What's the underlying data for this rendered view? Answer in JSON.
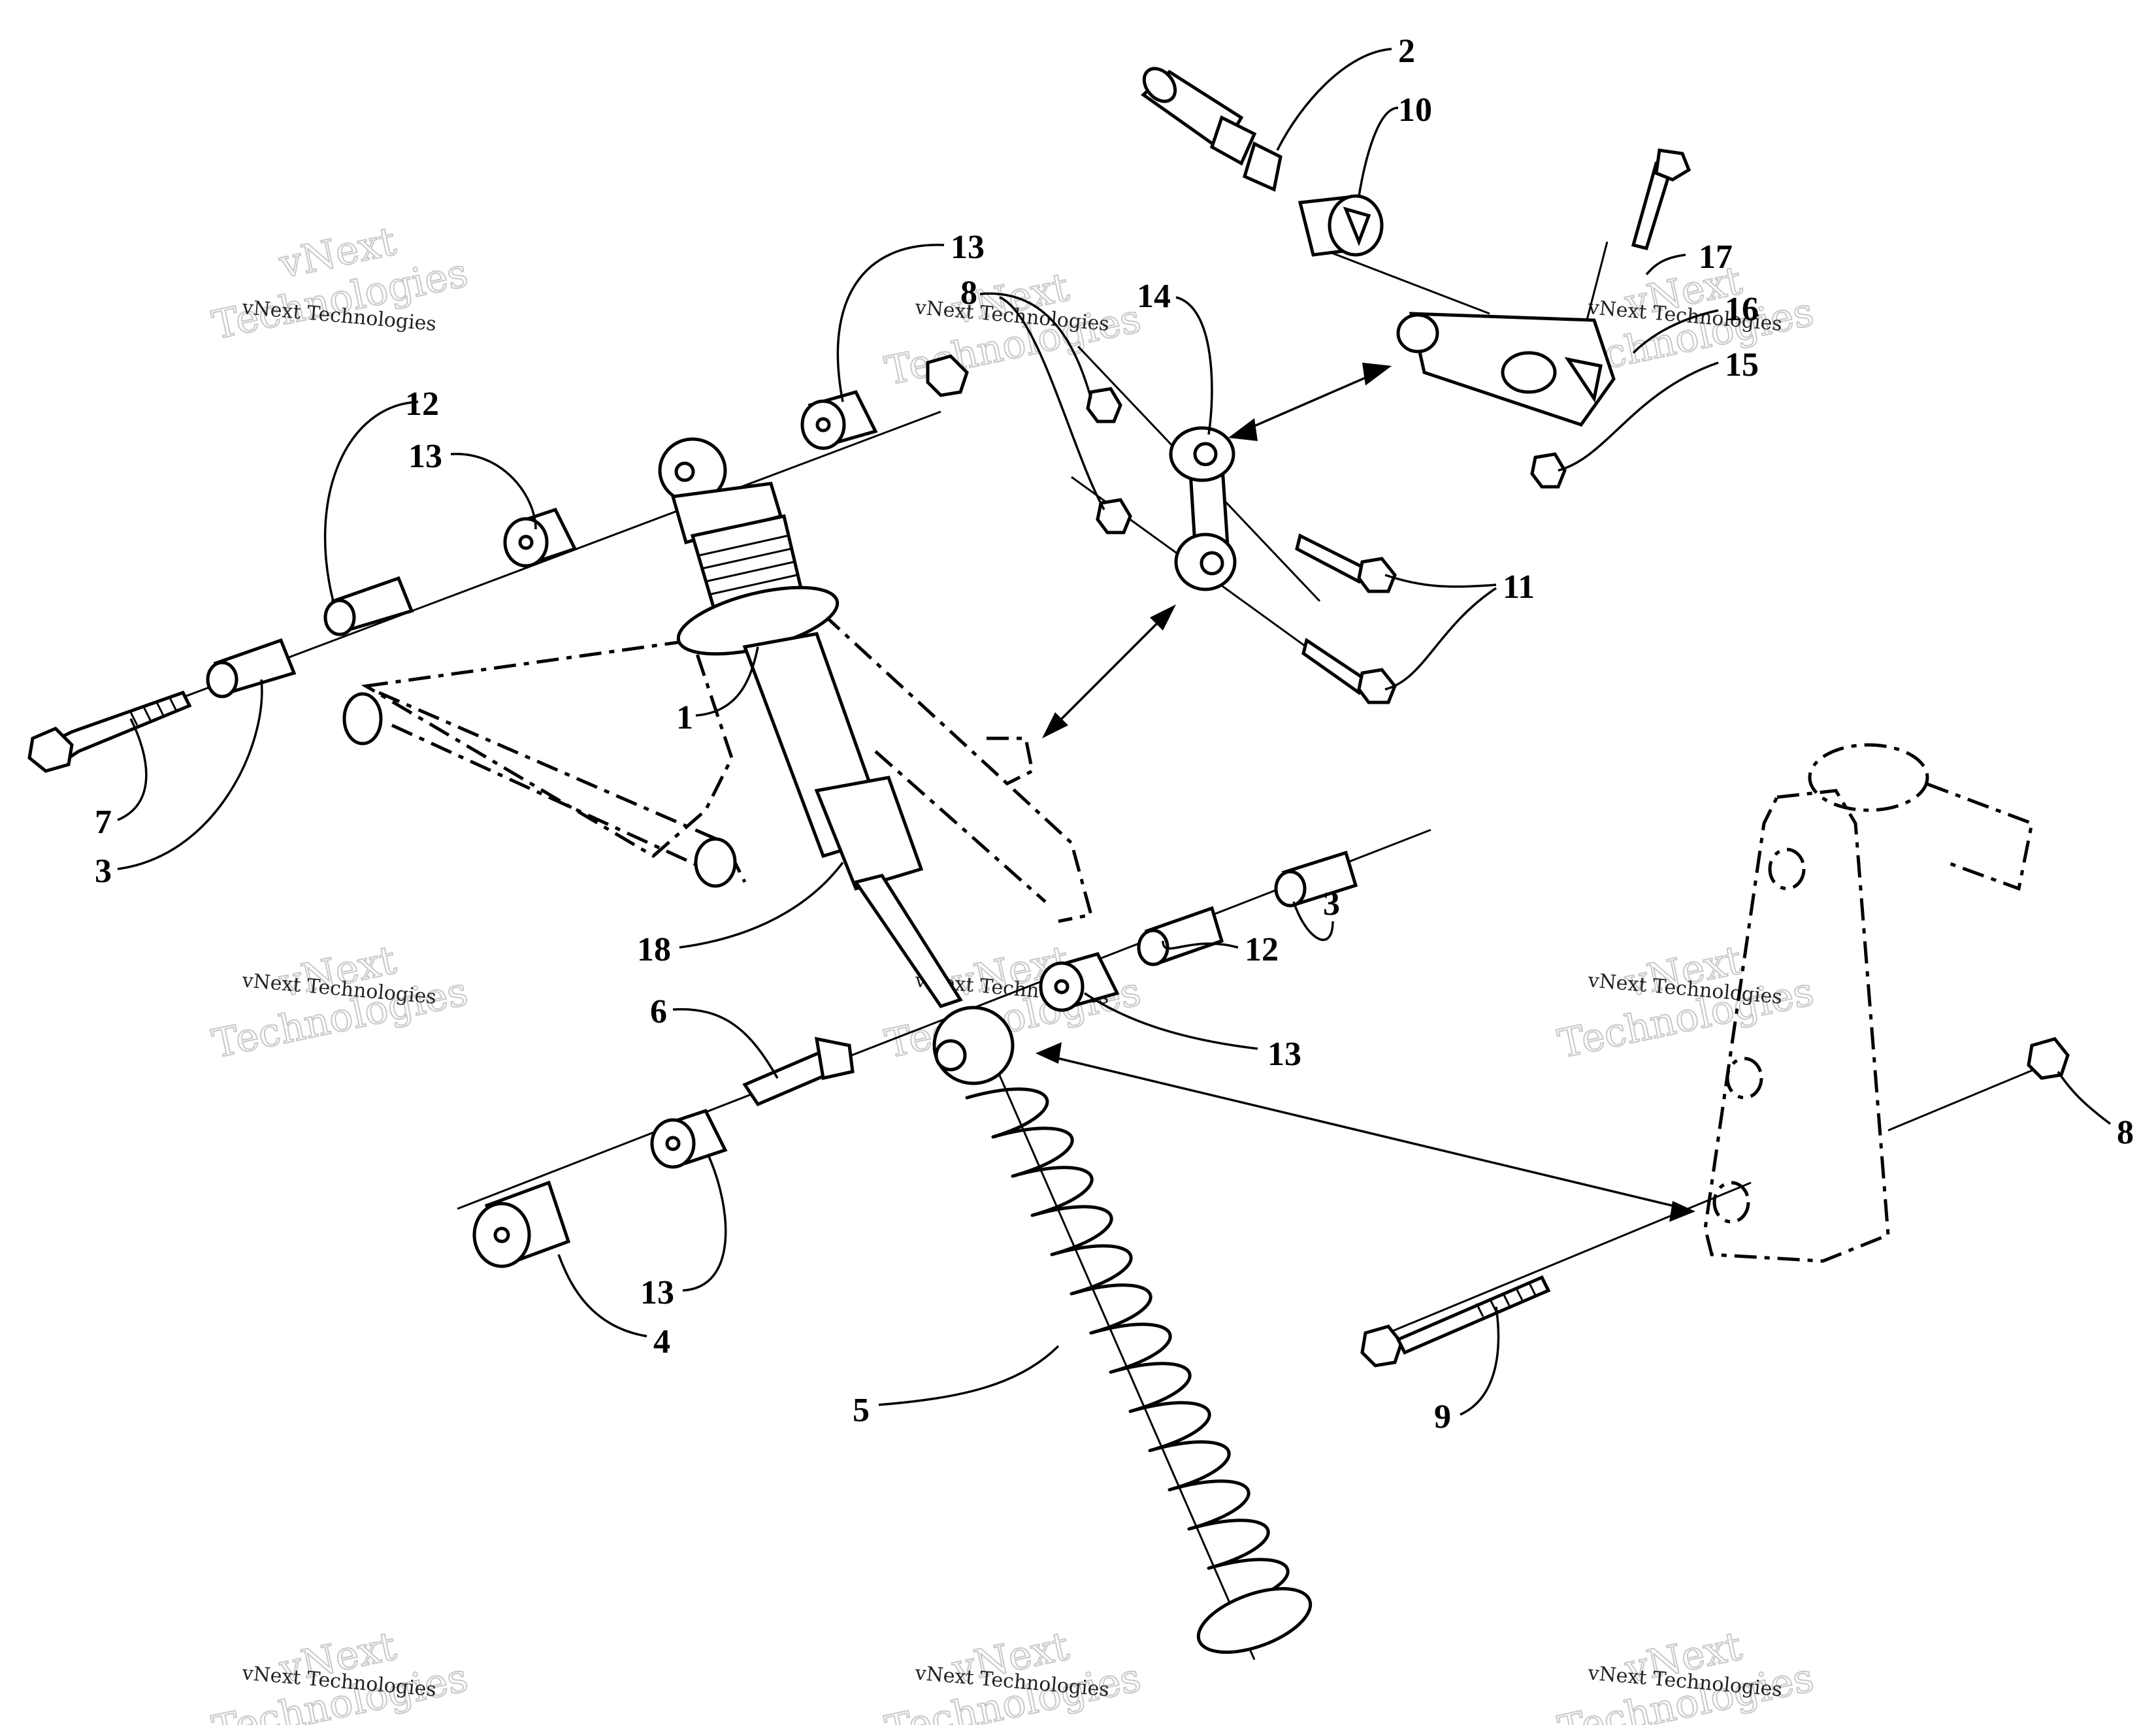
{
  "watermark": {
    "line1": "vNext",
    "line2": "Technologies",
    "full": "vNext Technologies"
  },
  "callouts": [
    {
      "id": "c1",
      "label": "1"
    },
    {
      "id": "c2",
      "label": "2"
    },
    {
      "id": "c3a",
      "label": "3"
    },
    {
      "id": "c3b",
      "label": "3"
    },
    {
      "id": "c4",
      "label": "4"
    },
    {
      "id": "c5",
      "label": "5"
    },
    {
      "id": "c6",
      "label": "6"
    },
    {
      "id": "c7",
      "label": "7"
    },
    {
      "id": "c8a",
      "label": "8"
    },
    {
      "id": "c8b",
      "label": "8"
    },
    {
      "id": "c9",
      "label": "9"
    },
    {
      "id": "c10",
      "label": "10"
    },
    {
      "id": "c11",
      "label": "11"
    },
    {
      "id": "c12a",
      "label": "12"
    },
    {
      "id": "c12b",
      "label": "12"
    },
    {
      "id": "c13a",
      "label": "13"
    },
    {
      "id": "c13b",
      "label": "13"
    },
    {
      "id": "c13c",
      "label": "13"
    },
    {
      "id": "c13d",
      "label": "13"
    },
    {
      "id": "c14",
      "label": "14"
    },
    {
      "id": "c15",
      "label": "15"
    },
    {
      "id": "c16",
      "label": "16"
    },
    {
      "id": "c17",
      "label": "17"
    },
    {
      "id": "c18",
      "label": "18"
    }
  ]
}
